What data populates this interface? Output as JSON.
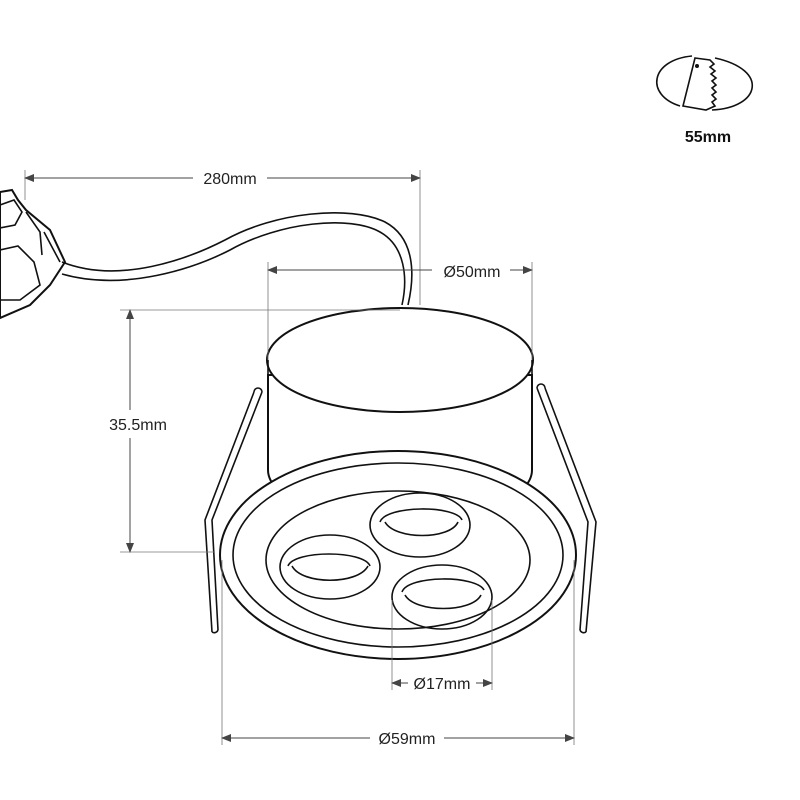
{
  "dimensions": {
    "cable_length": "280mm",
    "body_diameter": "Ø50mm",
    "height": "35.5mm",
    "led_diameter": "Ø17mm",
    "bezel_diameter": "Ø59mm"
  },
  "cutout": {
    "size": "55mm",
    "icon": "saw-cutout-icon"
  },
  "colors": {
    "line": "#111111",
    "dimension_line": "#444444",
    "background": "#ffffff"
  }
}
